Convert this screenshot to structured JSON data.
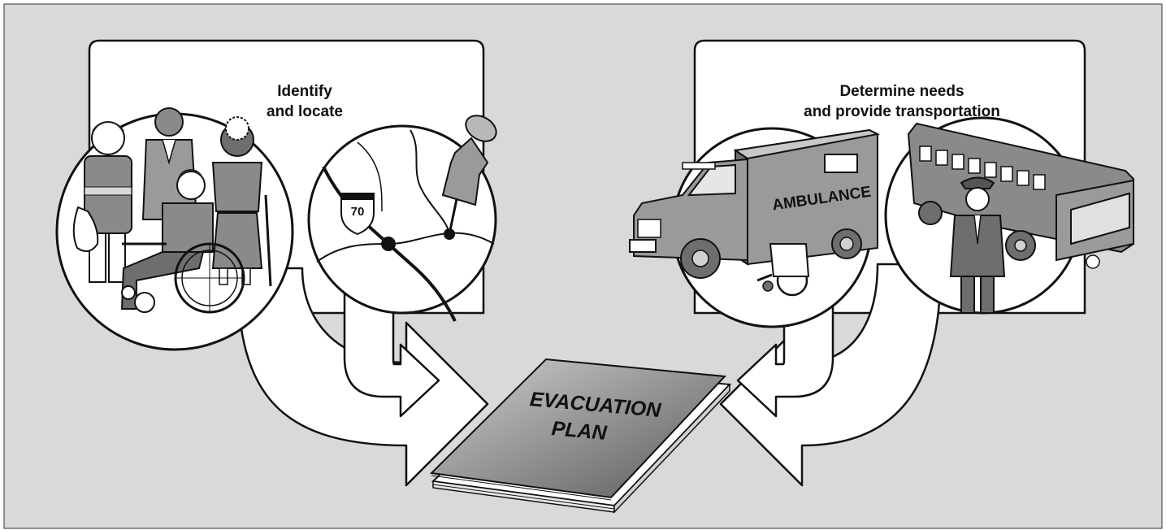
{
  "panels": {
    "left": {
      "title_line1": "Identify",
      "title_line2": "and locate"
    },
    "right": {
      "title_line1": "Determine needs",
      "title_line2": "and provide transportation"
    }
  },
  "map": {
    "highway_shield": "70"
  },
  "ambulance": {
    "label": "AMBULANCE"
  },
  "book": {
    "title_line1": "EVACUATION",
    "title_line2": "PLAN"
  },
  "icons": [
    "group-of-people-icon",
    "wheelchair-icon",
    "map-pin-icon",
    "highway-shield-icon",
    "ambulance-icon",
    "bus-icon",
    "bus-driver-icon",
    "book-icon"
  ],
  "colors": {
    "background": "#d9d9d9",
    "panel": "#ffffff",
    "outline": "#111111",
    "fill_gray": "#8a8a8a"
  }
}
